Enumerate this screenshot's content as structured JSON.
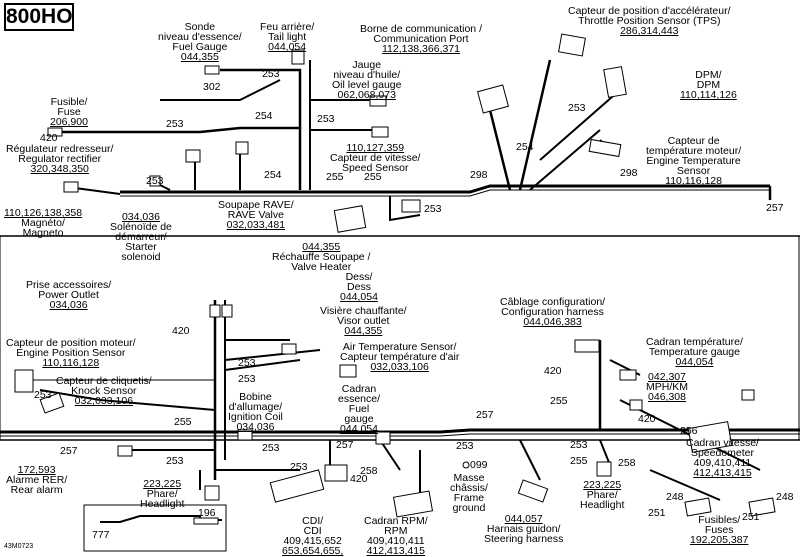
{
  "page_title": "800HO",
  "figure_code": "43M0723",
  "top": {
    "sonde": [
      "Sonde",
      "niveau d'essence/",
      "Fuel Gauge",
      "044,355"
    ],
    "feu": [
      "Feu arrière/",
      "Tail light",
      "044,054"
    ],
    "borne": [
      "Borne de communication /",
      "Communication Port",
      "112,138,366,371"
    ],
    "tps": [
      "Capteur de position d'accélérateur/",
      "Throttle Position Sensor (TPS)",
      "286,314,443"
    ],
    "jauge": [
      "Jauge",
      "niveau d'huile/",
      "Oil level gauge",
      "062,068,073"
    ],
    "fusible": [
      "Fusible/",
      "Fuse",
      "206,900"
    ],
    "dpm": [
      "DPM/",
      "DPM",
      "110,114,126"
    ],
    "regulateur": [
      "Régulateur redresseur/",
      "Regulator rectifier",
      "320,348,350"
    ],
    "vitesse_top": [
      "110,127,359",
      "Capteur de vitesse/",
      "Speed Sensor"
    ],
    "temp_moteur": [
      "Capteur de",
      "température moteur/",
      "Engine Temperature",
      "Sensor",
      "110,116,128"
    ],
    "magneto": [
      "110,126,138,358",
      "Magnéto/",
      "Magneto"
    ],
    "solenoide": [
      "034,036",
      "Solénoïde de",
      "démarreur/",
      "Starter",
      "solenoid"
    ],
    "rave": [
      "Soupape RAVE/",
      "RAVE Valve",
      "032,033,481"
    ],
    "rechauffe": [
      "044,355",
      "Réchauffe Soupape /",
      "Valve Heater"
    ]
  },
  "bottom": {
    "prise": [
      "Prise accessoires/",
      "Power Outlet",
      "034,036"
    ],
    "dess": [
      "Dess/",
      "Dess",
      "044,054"
    ],
    "cablage": [
      "Câblage configuration/",
      "Configuration harness",
      "044,046,383"
    ],
    "visiere": [
      "Visière chauffante/",
      "Visor outlet",
      "044,355"
    ],
    "pos_moteur": [
      "Capteur de position moteur/",
      "Engine Position Sensor",
      "110,116,128"
    ],
    "air_temp": [
      "Air Temperature Sensor/",
      "Capteur température d'air",
      "032,033,106"
    ],
    "cadran_temp": [
      "Cadran température/",
      "Temperature gauge",
      "044,054"
    ],
    "cliquetis": [
      "Capteur de cliquetis/",
      "Knock Sensor",
      "032,033,106"
    ],
    "mph": [
      "042,307",
      "MPH/KM",
      "046,308"
    ],
    "bobine": [
      "Bobine",
      "d'allumage/",
      "Ignition Coil",
      "034,036"
    ],
    "cadran_ess": [
      "Cadran",
      "essence/",
      "Fuel",
      "gauge",
      "044,054"
    ],
    "cadran_vitesse": [
      "Cadran vitesse/",
      "Speedometer",
      "409,410,411",
      "412,413,415"
    ],
    "alarme": [
      "172,593",
      "Alarme RER/",
      "Rear alarm"
    ],
    "phare_l": [
      "223,225",
      "Phare/",
      "Headlight"
    ],
    "masse": [
      "Masse",
      "châssis/",
      "Frame",
      "ground"
    ],
    "phare_r": [
      "223,225",
      "Phare/",
      "Headlight"
    ],
    "cdi": [
      "CDI/",
      "CDI",
      "409,415,652",
      "653,654,655,"
    ],
    "rpm": [
      "Cadran RPM/",
      "RPM",
      "409,410,411",
      "412,413,415"
    ],
    "harnais": [
      "044,057",
      "Harnais guidon/",
      "Steering harness"
    ],
    "fusibles": [
      "Fusibles/",
      "Fuses",
      "192,205,387"
    ]
  },
  "wire_numbers": [
    "253",
    "254",
    "255",
    "257",
    "298",
    "302",
    "420",
    "196",
    "777",
    "099",
    "248",
    "251",
    "256",
    "258"
  ]
}
